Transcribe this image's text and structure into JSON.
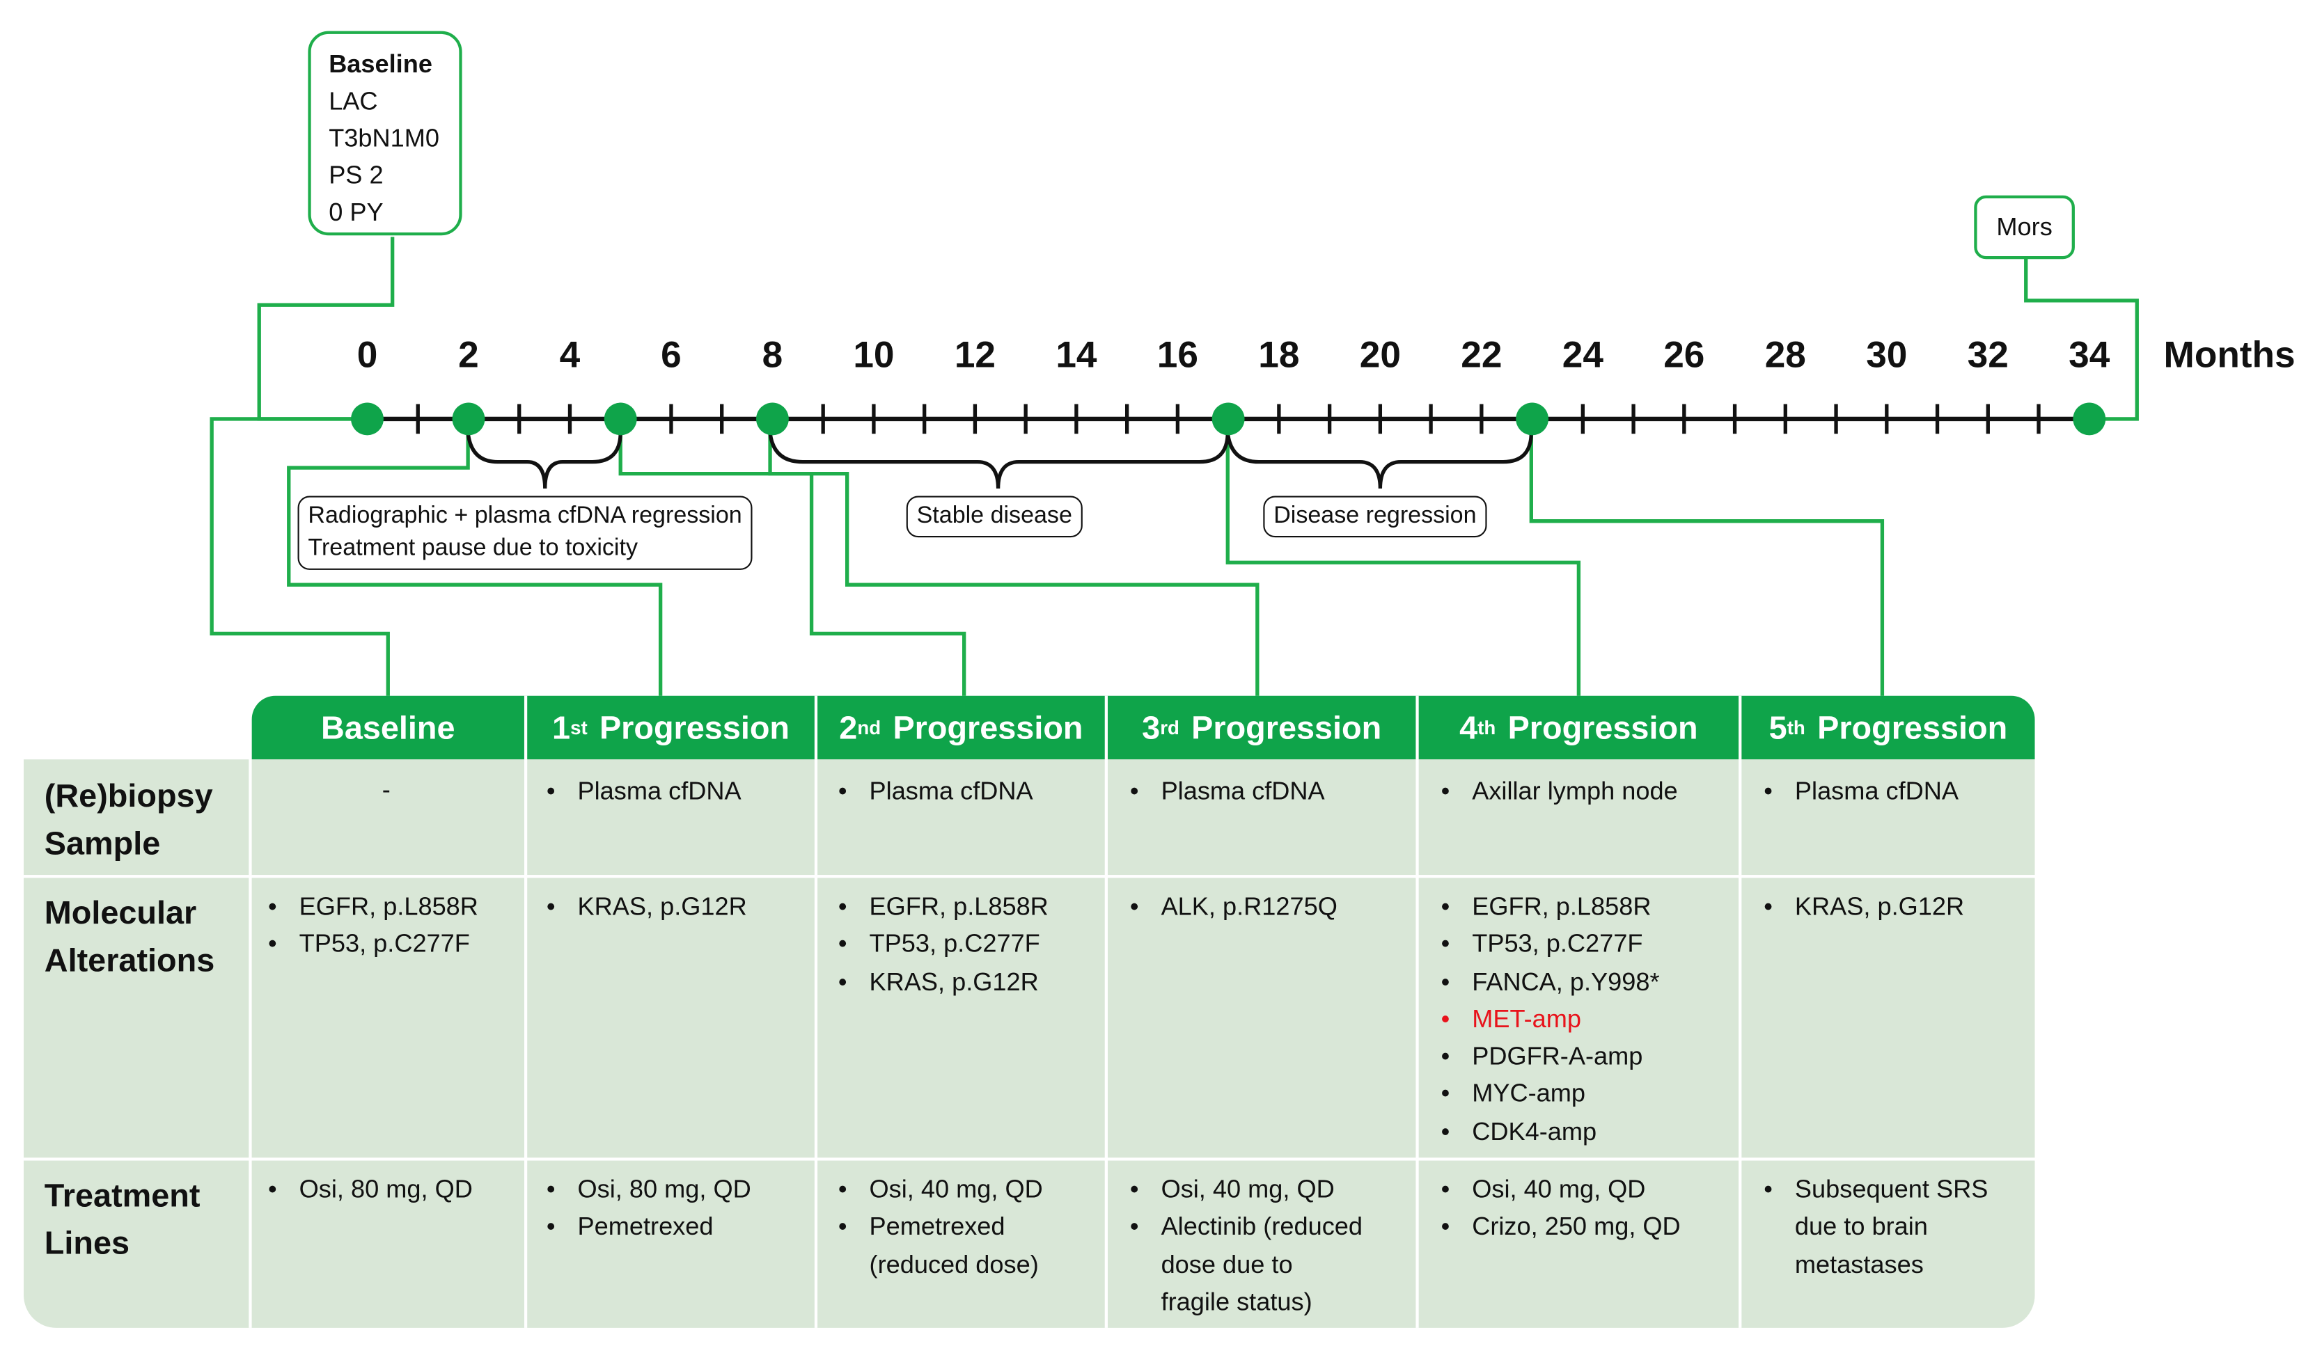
{
  "baseline_box": {
    "title": "Baseline",
    "lines": [
      "LAC",
      "T3bN1M0",
      "PS 2",
      "0 PY"
    ]
  },
  "mors_label": "Mors",
  "axis": {
    "ticks": [
      "0",
      "2",
      "4",
      "6",
      "8",
      "10",
      "12",
      "14",
      "16",
      "18",
      "20",
      "22",
      "24",
      "26",
      "28",
      "30",
      "32",
      "34"
    ],
    "unit": "Months"
  },
  "events": {
    "dots_months": [
      0,
      2,
      5,
      8,
      17,
      23,
      34
    ]
  },
  "phase_notes": {
    "first": [
      "Radiographic + plasma cfDNA regression",
      "Treatment pause due to toxicity"
    ],
    "second": "Stable disease",
    "third": "Disease regression"
  },
  "table": {
    "columns": [
      {
        "label": "Baseline",
        "sup": ""
      },
      {
        "label": "Progression",
        "prefix": "1",
        "sup": "st"
      },
      {
        "label": "Progression",
        "prefix": "2",
        "sup": "nd"
      },
      {
        "label": "Progression",
        "prefix": "3",
        "sup": "rd"
      },
      {
        "label": "Progression",
        "prefix": "4",
        "sup": "th"
      },
      {
        "label": "Progression",
        "prefix": "5",
        "sup": "th"
      }
    ],
    "rows": {
      "biopsy": {
        "header": [
          "(Re)biopsy",
          "Sample"
        ],
        "cells": [
          "-",
          [
            "Plasma cfDNA"
          ],
          [
            "Plasma cfDNA"
          ],
          [
            "Plasma cfDNA"
          ],
          [
            "Axillar lymph node"
          ],
          [
            "Plasma cfDNA"
          ]
        ]
      },
      "molecular": {
        "header": [
          "Molecular",
          "Alterations"
        ],
        "cells": [
          [
            "EGFR, p.L858R",
            "TP53, p.C277F"
          ],
          [
            "KRAS, p.G12R"
          ],
          [
            "EGFR, p.L858R",
            "TP53, p.C277F",
            "KRAS, p.G12R"
          ],
          [
            "ALK, p.R1275Q"
          ],
          [
            "EGFR, p.L858R",
            "TP53, p.C277F",
            "FANCA, p.Y998*",
            "MET-amp",
            "PDGFR-A-amp",
            "MYC-amp",
            "CDK4-amp"
          ],
          [
            "KRAS, p.G12R"
          ]
        ]
      },
      "treatment": {
        "header": [
          "Treatment",
          "Lines"
        ],
        "cells": [
          [
            "Osi, 80 mg, QD"
          ],
          [
            "Osi, 80 mg, QD",
            "Pemetrexed"
          ],
          [
            "Osi, 40 mg, QD",
            "Pemetrexed",
            "(reduced dose)"
          ],
          [
            "Osi, 40 mg, QD",
            "Alectinib (reduced",
            "dose due to",
            "fragile status)"
          ],
          [
            "Osi, 40 mg, QD",
            "Crizo, 250 mg, QD"
          ],
          [
            "Subsequent SRS",
            "due to brain",
            "metastases"
          ]
        ]
      }
    }
  },
  "colors": {
    "accent": "#1fae4b",
    "header_bg": "#0fa44a",
    "body_bg": "#d9e7d7",
    "highlight": "#e8131b"
  }
}
